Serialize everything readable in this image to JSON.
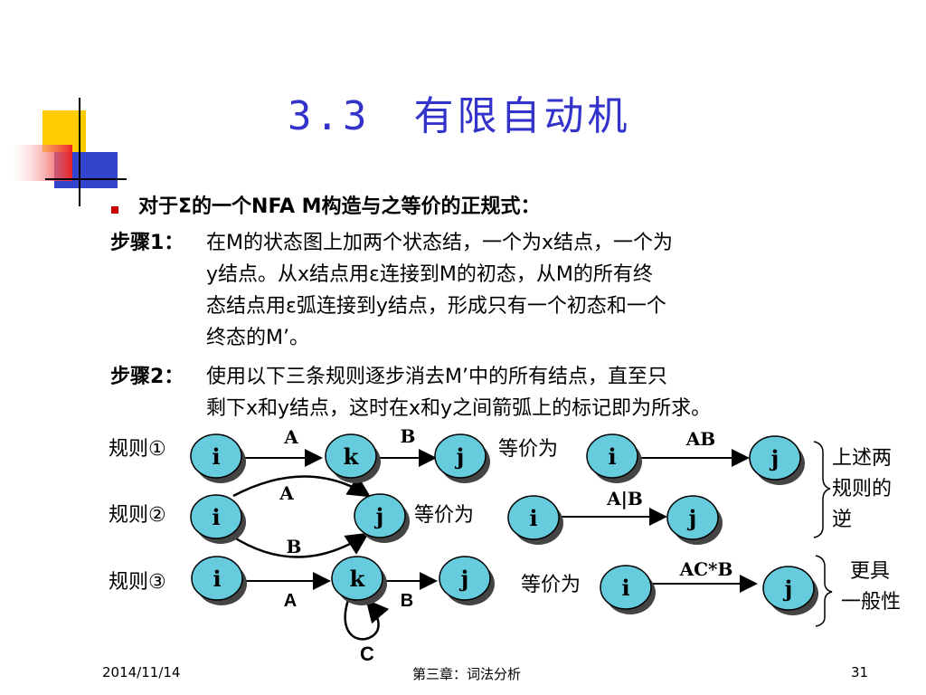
{
  "slide": {
    "title": "3.3　有限自动机",
    "bullet": "对于Σ的一个NFA M构造与之等价的正规式：",
    "step1": {
      "label": "步骤1：",
      "lines": [
        "在M的状态图上加两个状态结，一个为x结点，一个为",
        "y结点。从x结点用ε连接到M的初态，从M的所有终",
        "态结点用ε弧连接到y结点，形成只有一个初态和一个",
        "终态的M’。"
      ]
    },
    "step2": {
      "label": "步骤2：",
      "lines": [
        "使用以下三条规则逐步消去M’中的所有结点，直至只",
        "剩下x和y结点，这时在x和y之间箭弧上的标记即为所求。"
      ]
    },
    "rules": {
      "rule1_label": "规则①",
      "rule2_label": "规则②",
      "rule3_label": "规则③",
      "equiv": "等价为",
      "note_reverse": [
        "上述两",
        "规则的",
        "逆"
      ],
      "note_general": [
        "更具",
        "一般性"
      ]
    },
    "diagram": {
      "node_i": "i",
      "node_j": "j",
      "node_k": "k",
      "r1_edge_a": "A",
      "r1_edge_b": "B",
      "r1_result": "AB",
      "r2_edge_a": "A",
      "r2_edge_b": "B",
      "r2_result": "A|B",
      "r3_edge_a": "A",
      "r3_edge_b": "B",
      "r3_loop": "C",
      "r3_result": "AC*B"
    },
    "footer": {
      "date": "2014/11/14",
      "chapter": "第三章：词法分析",
      "page": "31"
    },
    "colors": {
      "title": "#3333cc",
      "node_fill": "#66ccdd",
      "bullet": "#cc0000"
    }
  }
}
